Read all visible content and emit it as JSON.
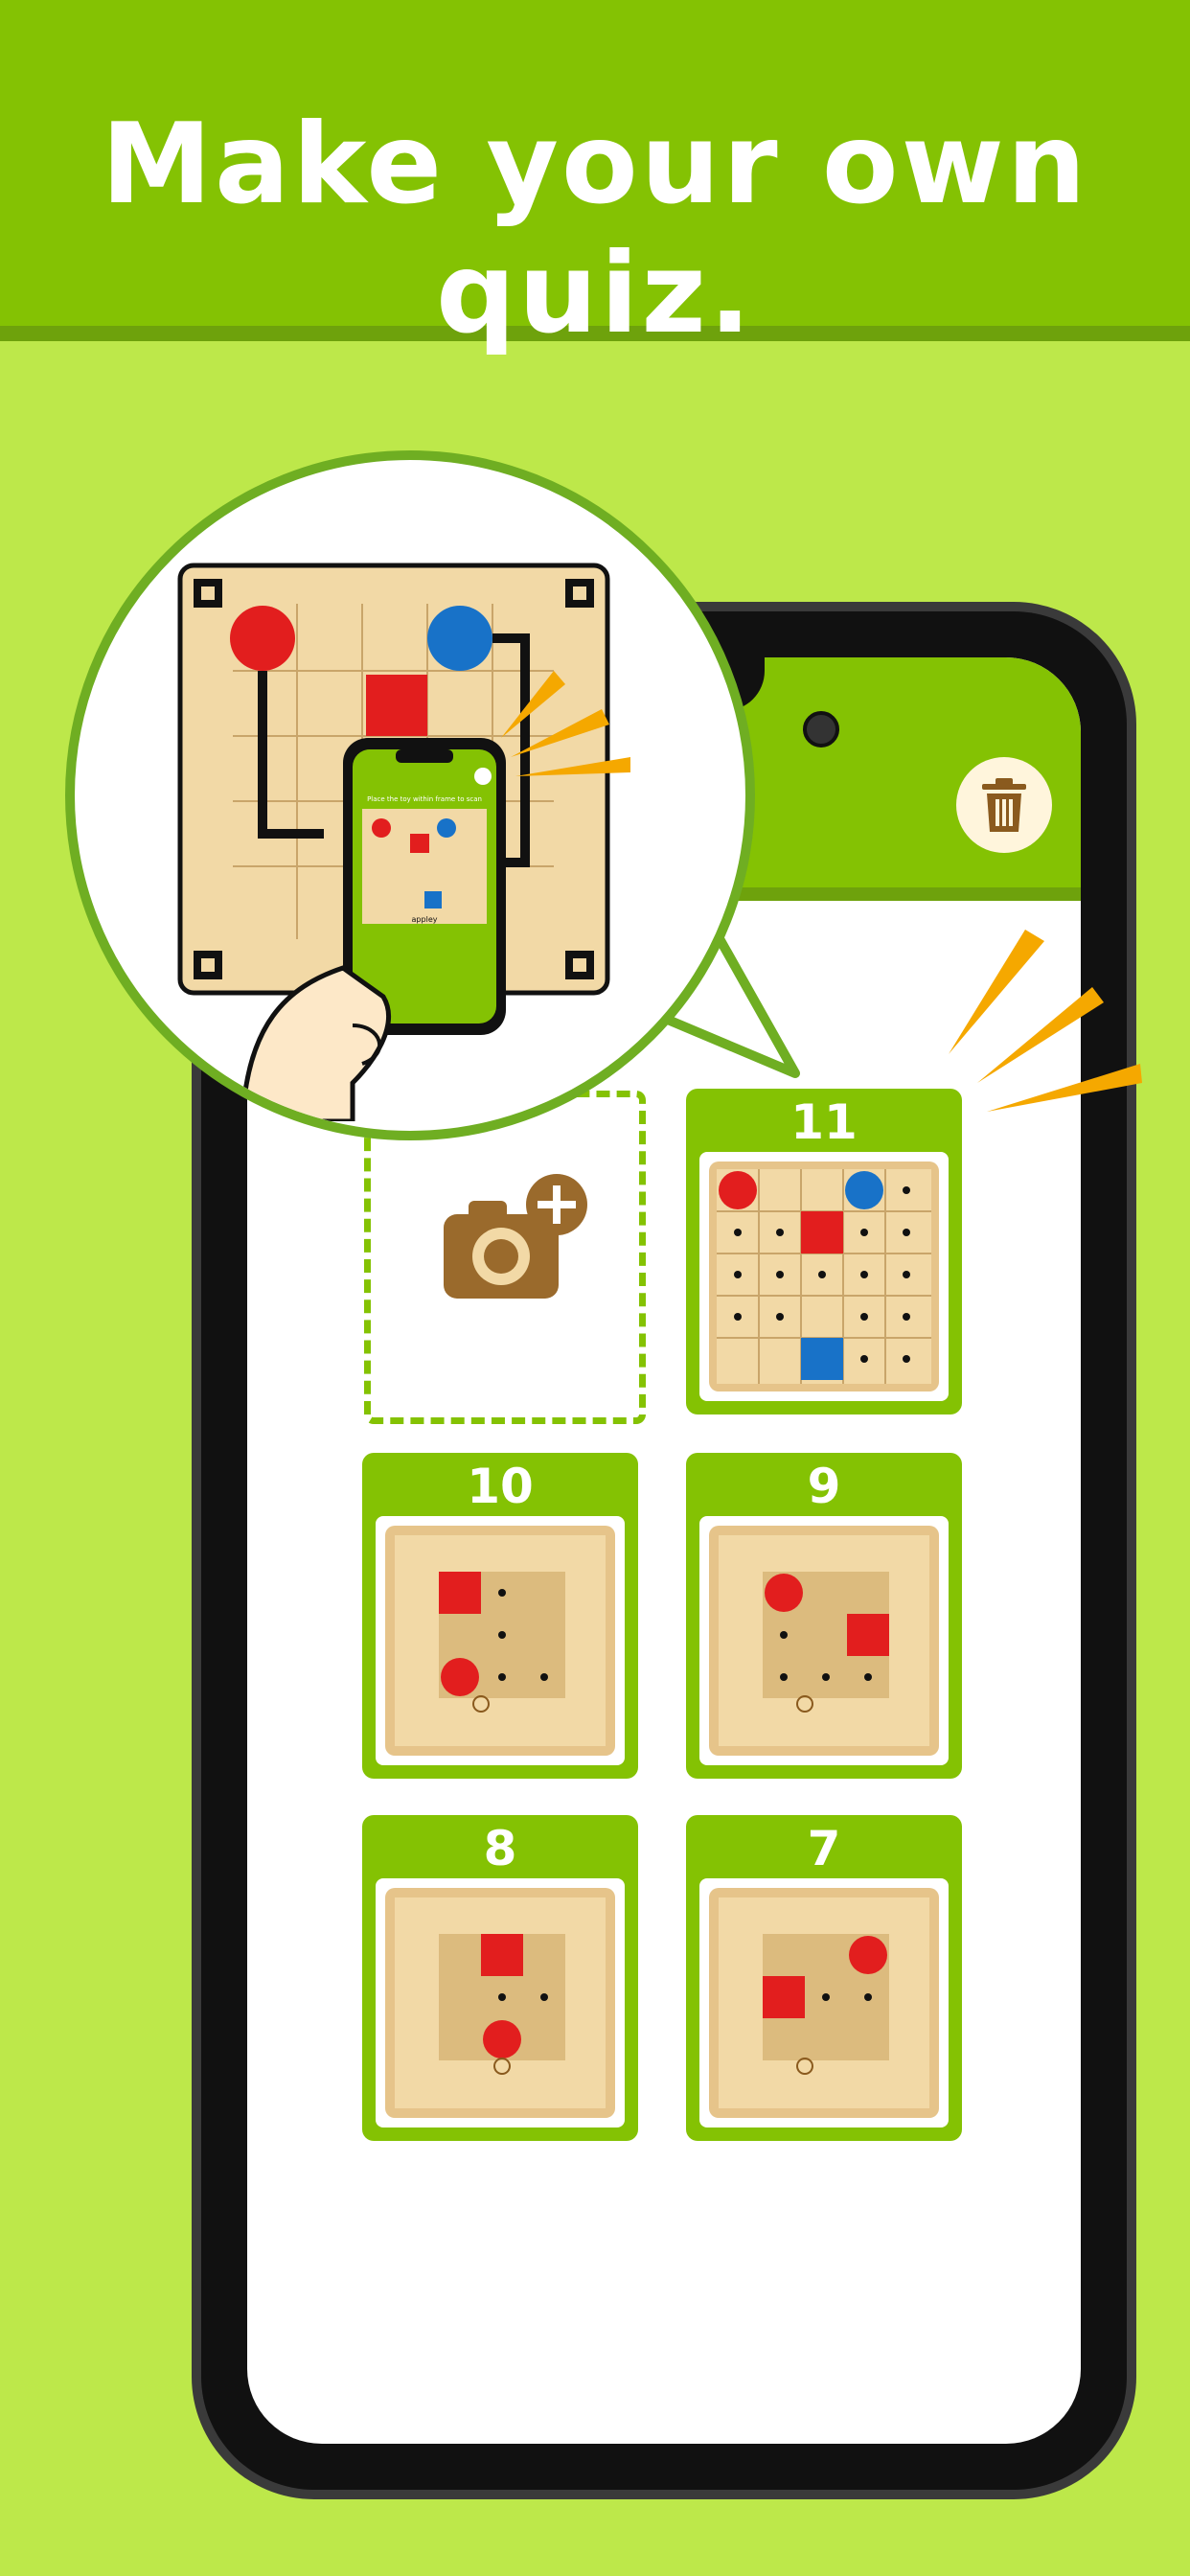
{
  "banner": {
    "headline": "Make your own quiz."
  },
  "app": {
    "title_visible": "uiz",
    "trash_icon": "trash-icon",
    "add_icon": "camera-plus-icon"
  },
  "quiz_cards": [
    {
      "number": "11"
    },
    {
      "number": "10"
    },
    {
      "number": "9"
    },
    {
      "number": "8"
    },
    {
      "number": "7"
    }
  ],
  "scan_phone": {
    "instruction": "Place the toy within frame to scan",
    "brand": "appley"
  },
  "colors": {
    "banner": "#84c203",
    "background": "#bde84a",
    "red_piece": "#e21e1e",
    "blue_piece": "#1872c8",
    "wood": "#f2d9a6",
    "accent": "#f5a800"
  }
}
